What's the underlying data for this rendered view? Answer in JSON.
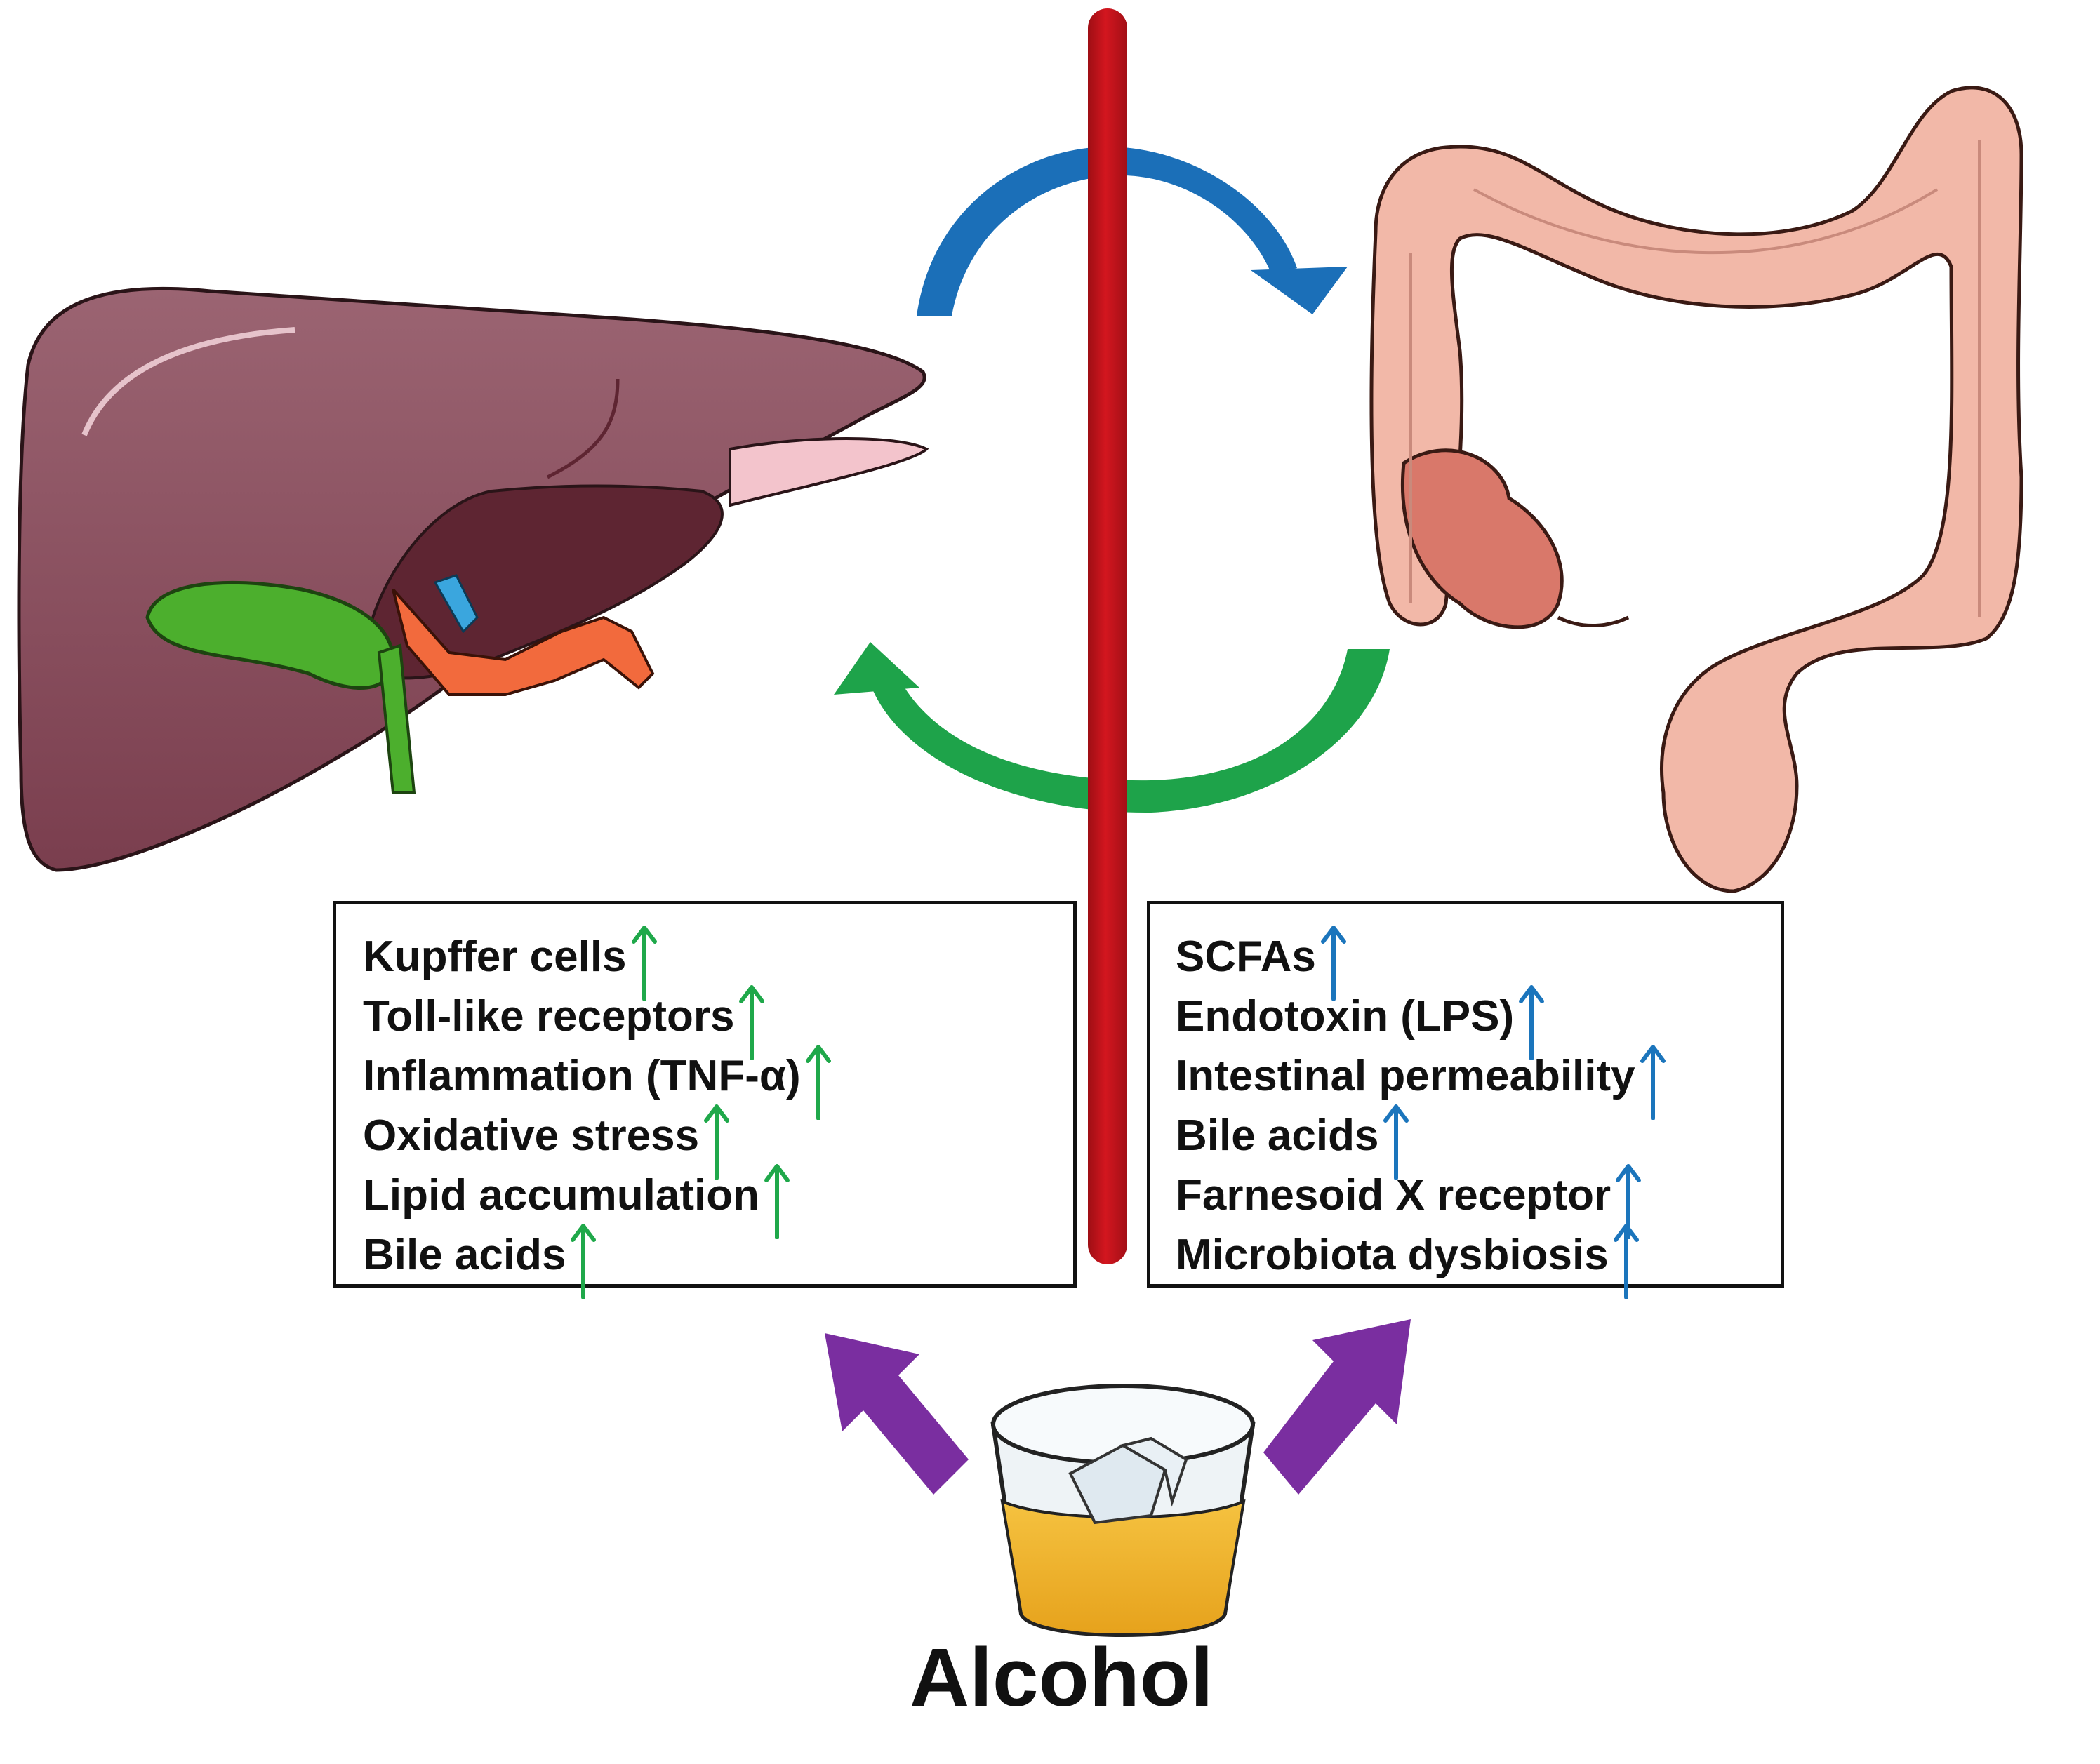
{
  "liver_effects": {
    "items": [
      "Kupffer cells",
      "Toll-like receptors",
      "Inflammation (TNF-α)",
      "Oxidative stress",
      "Lipid accumulation",
      "Bile acids"
    ],
    "arrow_color": "#1fa84a"
  },
  "gut_effects": {
    "items": [
      "SCFAs",
      "Endotoxin (LPS)",
      "Intestinal permeability",
      "Bile acids",
      "Farnesoid X receptor",
      "Microbiota dysbiosis"
    ],
    "arrow_color": "#1b75bc"
  },
  "alcohol": {
    "label": "Alcohol"
  },
  "colors": {
    "barrier_red": "#c4141c",
    "cycle_blue": "#1b6fb8",
    "cycle_green": "#1ea34a",
    "alcohol_arrow_purple": "#7a2ea0",
    "liver": "#8a4f5e",
    "gallbladder": "#4caf2d",
    "intestine": "#f2b8a8"
  },
  "icons": {
    "liver": "liver-illustration",
    "intestine": "intestine-illustration",
    "glass": "whiskey-glass-illustration"
  }
}
